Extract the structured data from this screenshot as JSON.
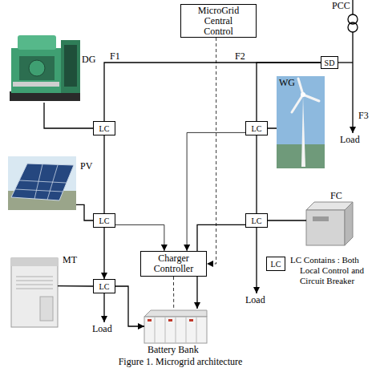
{
  "diagram": {
    "caption": "Figure 1. Microgrid architecture",
    "nodes": [
      {
        "text": [
          "MicroGrid Central Control"
        ]
      },
      {
        "text": [
          "SD"
        ]
      },
      {
        "text": [
          "DG"
        ]
      },
      {
        "text": [
          "WG"
        ]
      },
      {
        "text": [
          "LC"
        ]
      },
      {
        "text": [
          "LC"
        ]
      },
      {
        "text": [
          "PV"
        ]
      },
      {
        "text": [
          "FC"
        ]
      },
      {
        "text": [
          "LC"
        ]
      },
      {
        "text": [
          "LC"
        ]
      },
      {
        "text": [
          "MT"
        ]
      },
      {
        "text": [
          "Charger Controller"
        ]
      },
      {
        "text": [
          "LC"
        ]
      },
      {
        "text": [
          "LC"
        ]
      },
      {
        "text": [
          "Battery Bank"
        ]
      }
    ],
    "edges": [
      {
        "from": 2,
        "to": 4,
        "arrow": "none"
      },
      {
        "from": 6,
        "to": 8,
        "arrow": "none"
      },
      {
        "from": 10,
        "to": 12,
        "arrow": "none"
      },
      {
        "from": 3,
        "to": 5,
        "arrow": "none"
      },
      {
        "from": 7,
        "to": 9,
        "arrow": "none"
      },
      {
        "from": 4,
        "to": 8,
        "arrow": "none"
      },
      {
        "from": 8,
        "to": 12,
        "arrow": "to"
      },
      {
        "from": 5,
        "to": 9,
        "arrow": "none"
      },
      {
        "from": 12,
        "to": 14,
        "arrow": "to"
      },
      {
        "from": 9,
        "to": 14,
        "arrow": "to"
      },
      {
        "from": 0,
        "to": 11,
        "arrow": "to"
      },
      {
        "from": 11,
        "to": 14,
        "arrow": "none"
      },
      {
        "from": 8,
        "to": 11,
        "arrow": "to"
      },
      {
        "from": 5,
        "to": 11,
        "arrow": "to"
      },
      {
        "from": 4,
        "to": 1,
        "arrow": "none"
      },
      {
        "from": 5,
        "to": 1,
        "arrow": "none"
      }
    ],
    "labels": [
      "PCC",
      "F1",
      "F2",
      "F3",
      "Load",
      "LC Contains : Both Local Control and Circuit Breaker",
      "Load",
      "Load"
    ]
  }
}
